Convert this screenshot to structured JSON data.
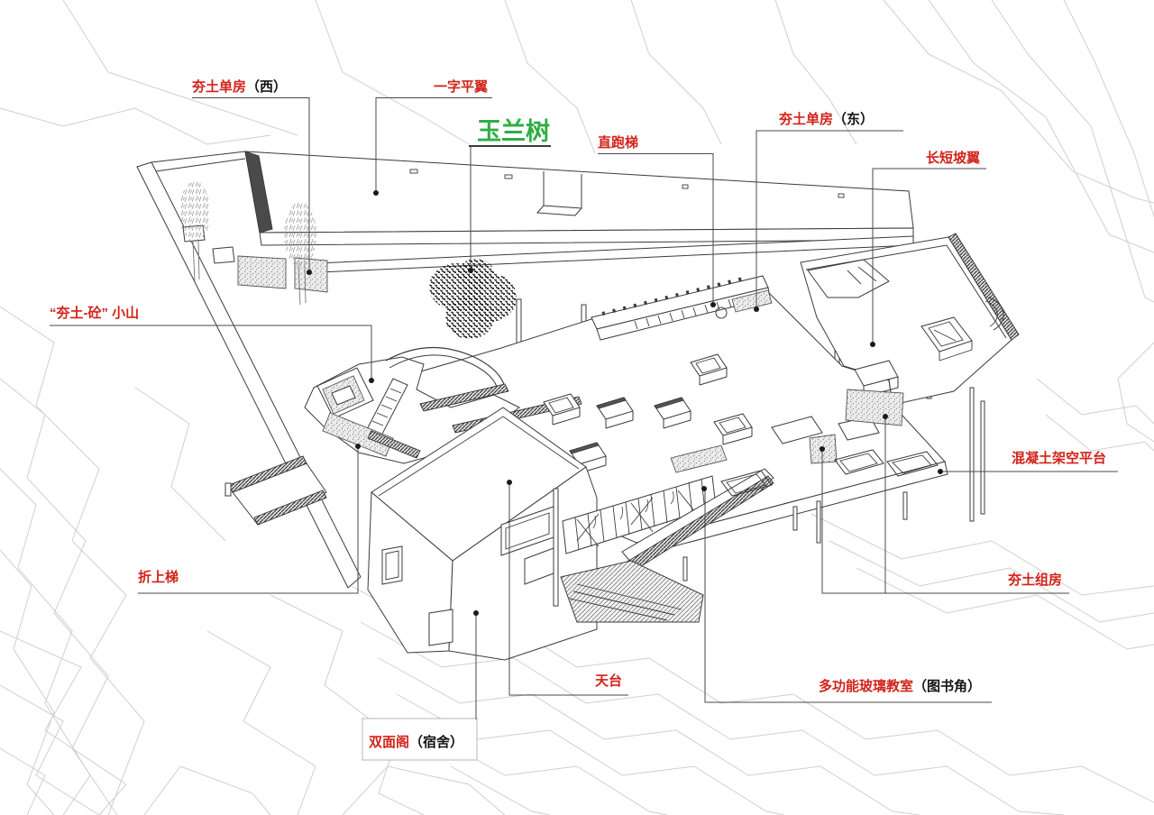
{
  "figure": {
    "kind": "architectural-axonometric-annotated-drawing",
    "labels": {
      "rammed_single_room_west": {
        "text": "夯土单房",
        "suffix": "（西）"
      },
      "straight_flat_wing": {
        "text": "一字平翼"
      },
      "magnolia_tree": {
        "text": "玉兰树"
      },
      "straight_run_stair": {
        "text": "直跑梯"
      },
      "rammed_single_room_east": {
        "text": "夯土单房",
        "suffix": "（东）"
      },
      "long_short_slope_wing": {
        "text": "长短坡翼"
      },
      "rammed_concrete_hill": {
        "text": "“夯土-砼” 小山"
      },
      "folded_up_stair": {
        "text": "折上梯"
      },
      "concrete_stilt_platform": {
        "text": "混凝土架空平台"
      },
      "rammed_room_group": {
        "text": "夯土组房"
      },
      "roof_terrace": {
        "text": "天台"
      },
      "glass_classroom": {
        "text": "多功能玻璃教室",
        "suffix": "（图书角）"
      },
      "double_sided_loft": {
        "text": "双面阁",
        "suffix": "（宿舍）"
      }
    },
    "colors": {
      "label_red": "#d2231a",
      "label_green": "#2fae44",
      "suffix_black": "#141414",
      "leader_line": "#4a4a4a",
      "drawing_line": "#3b3b3b",
      "contour_gray": "#cfcfcf"
    }
  }
}
